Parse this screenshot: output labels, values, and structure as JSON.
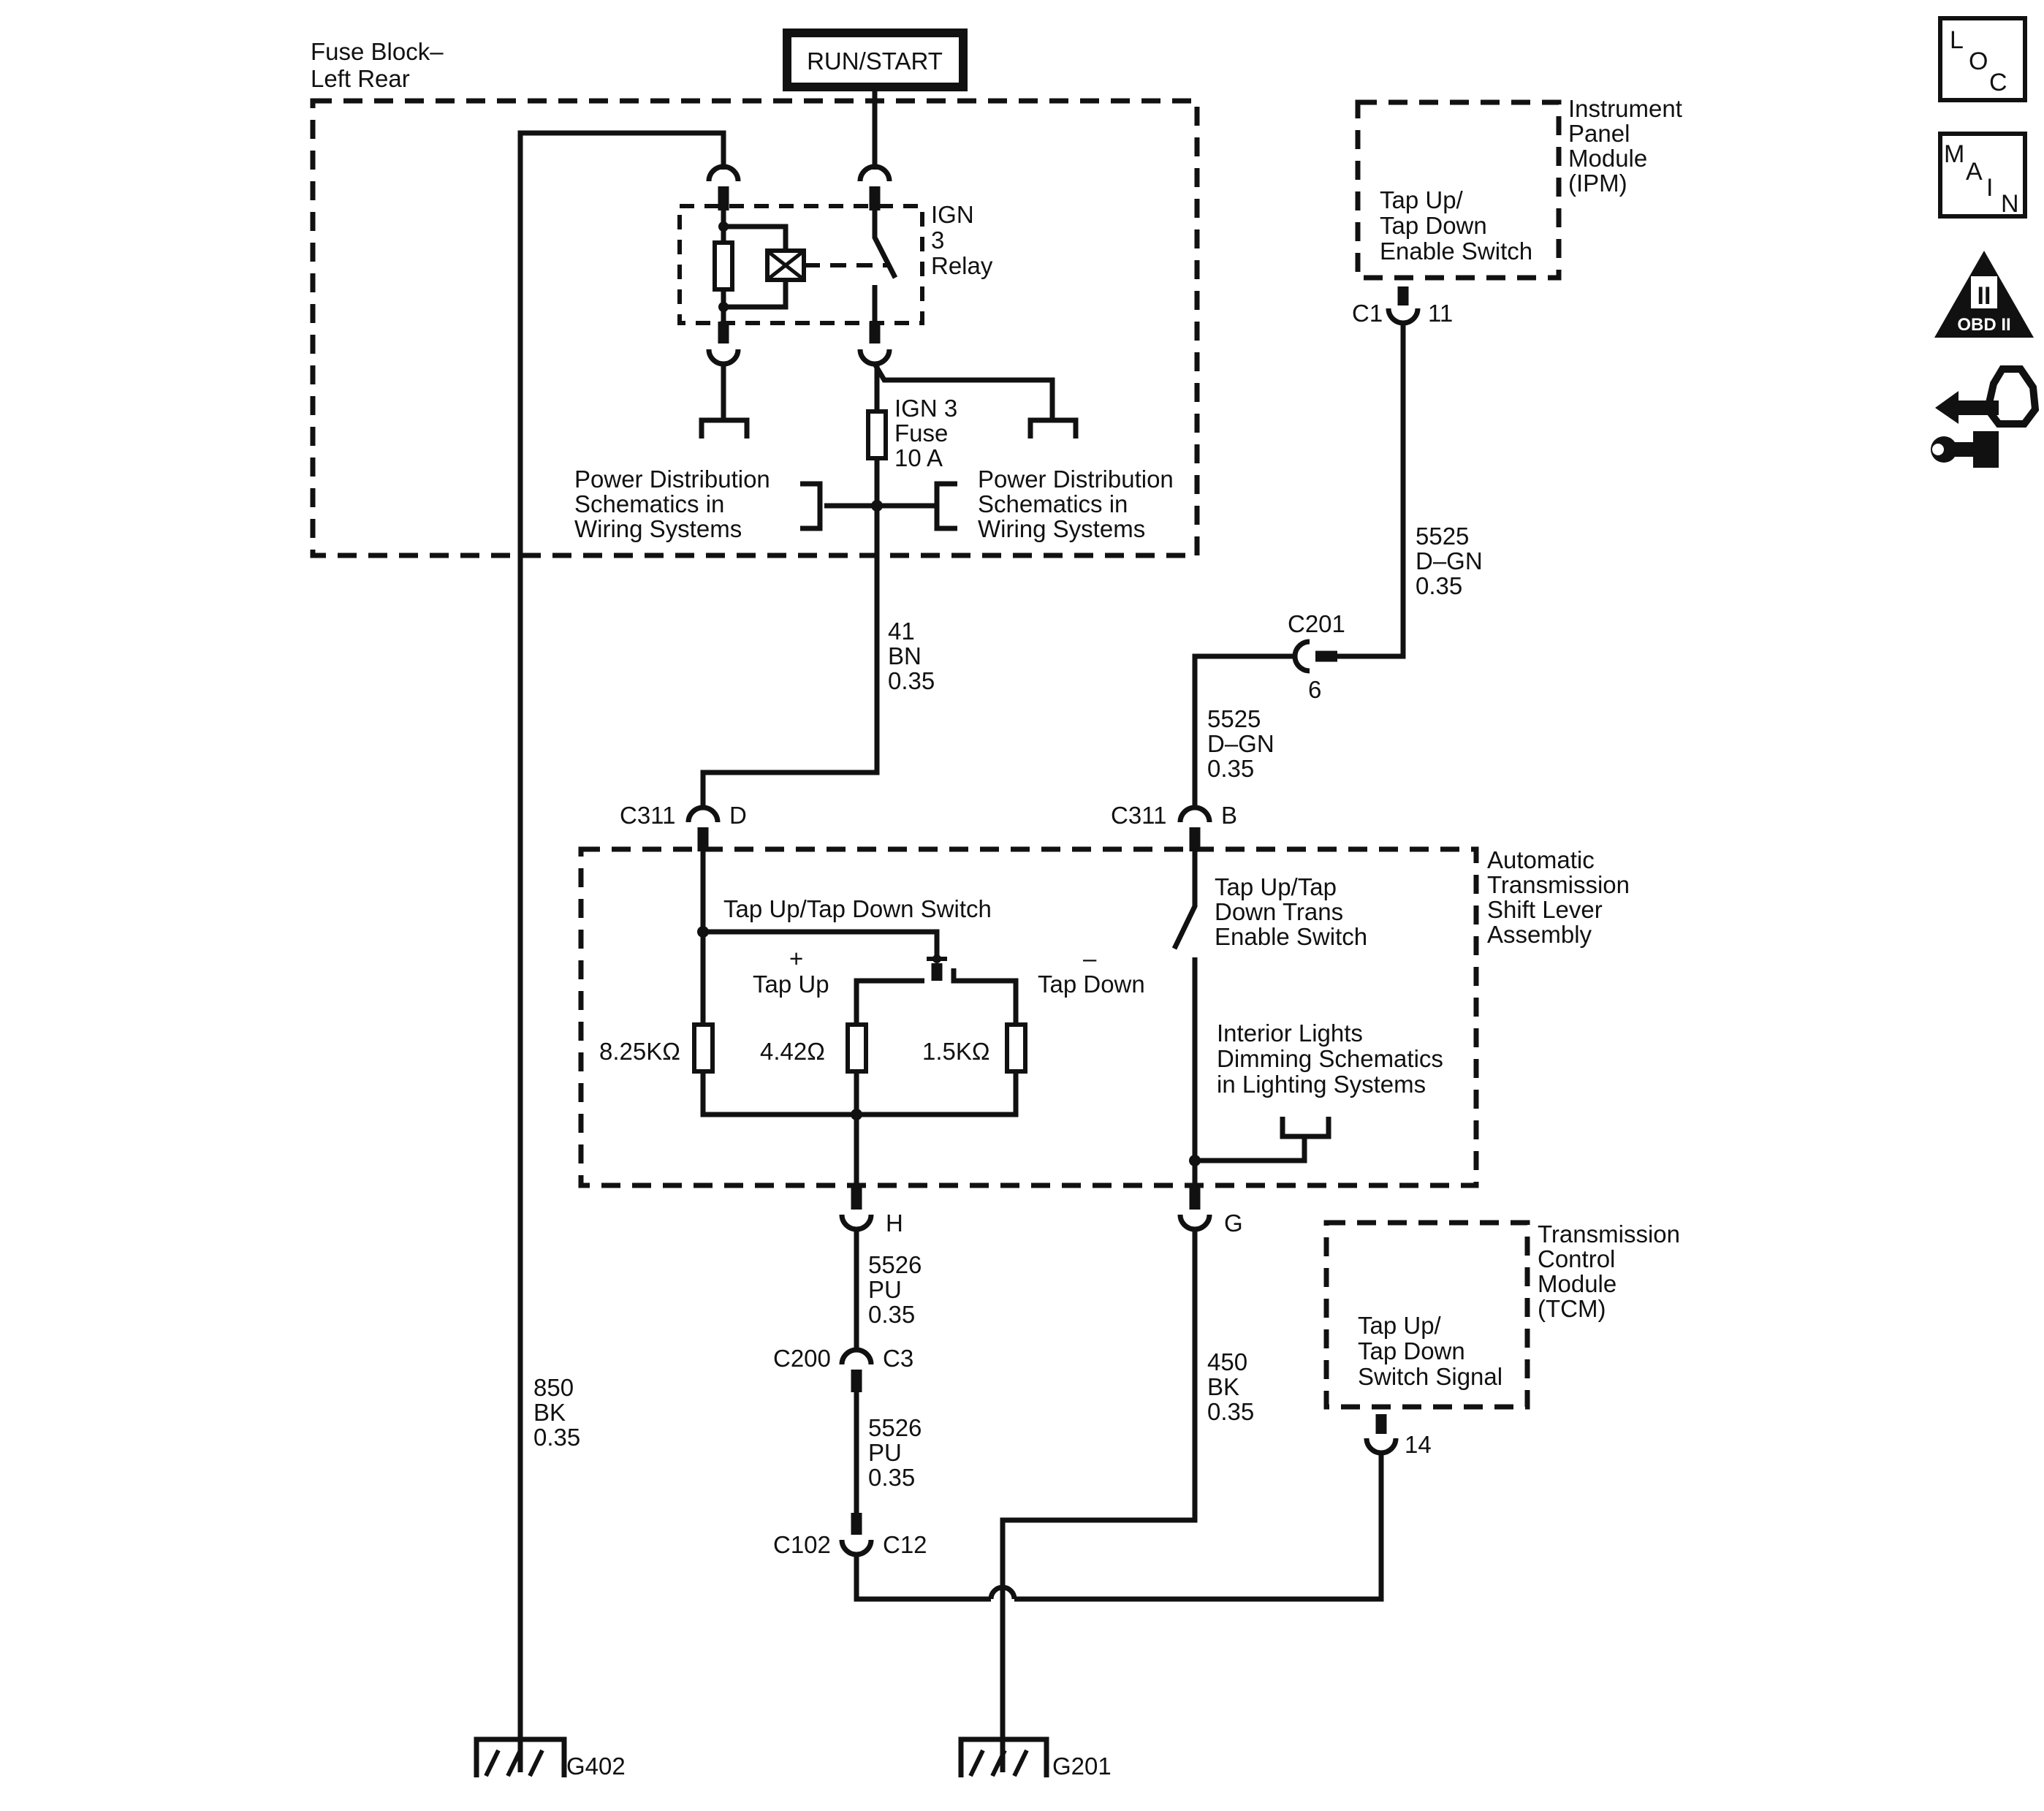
{
  "header": {
    "power_label": "RUN/START"
  },
  "fuse_block": {
    "title_lines": [
      "Fuse Block–",
      "Left Rear"
    ],
    "relay_lines": [
      "IGN",
      "3",
      "Relay"
    ],
    "fuse_lines": [
      "IGN 3",
      "Fuse",
      "10 A"
    ],
    "pd_left_lines": [
      "Power Distribution",
      "Schematics in",
      "Wiring Systems"
    ],
    "pd_right_lines": [
      "Power Distribution",
      "Schematics in",
      "Wiring Systems"
    ]
  },
  "ipm": {
    "module_lines": [
      "Instrument",
      "Panel",
      "Module",
      "(IPM)"
    ],
    "switch_lines": [
      "Tap Up/",
      "Tap Down",
      "Enable Switch"
    ],
    "connector": "C1",
    "pin": "11"
  },
  "tcm": {
    "module_lines": [
      "Transmission",
      "Control",
      "Module",
      "(TCM)"
    ],
    "signal_lines": [
      "Tap Up/",
      "Tap Down",
      "Switch Signal"
    ],
    "pin": "14"
  },
  "shift_lever": {
    "assembly_lines": [
      "Automatic",
      "Transmission",
      "Shift Lever",
      "Assembly"
    ],
    "switch_title": "Tap Up/Tap Down Switch",
    "plus": "+",
    "tap_up": "Tap Up",
    "minus": "–",
    "tap_down": "Tap Down",
    "r1": "8.25KΩ",
    "r2": "4.42Ω",
    "r3": "1.5KΩ",
    "enable_switch_lines": [
      "Tap Up/Tap",
      "Down Trans",
      "Enable Switch"
    ],
    "dimming_lines": [
      "Interior Lights",
      "Dimming Schematics",
      "in Lighting Systems"
    ]
  },
  "wires": {
    "w41": [
      "41",
      "BN",
      "0.35"
    ],
    "w5525_top": [
      "5525",
      "D–GN",
      "0.35"
    ],
    "w5525_mid": [
      "5525",
      "D–GN",
      "0.35"
    ],
    "w850": [
      "850",
      "BK",
      "0.35"
    ],
    "w5526_a": [
      "5526",
      "PU",
      "0.35"
    ],
    "w5526_b": [
      "5526",
      "PU",
      "0.35"
    ],
    "w450": [
      "450",
      "BK",
      "0.35"
    ]
  },
  "connectors": {
    "c311_d_conn": "C311",
    "c311_d_pin": "D",
    "c311_b_conn": "C311",
    "c311_b_pin": "B",
    "c201_conn": "C201",
    "c201_pin": "6",
    "pin_h": "H",
    "pin_g": "G",
    "c200_conn": "C200",
    "c200_pin": "C3",
    "c102_conn": "C102",
    "c102_pin": "C12"
  },
  "grounds": {
    "g402": "G402",
    "g201": "G201"
  },
  "side_icons": {
    "loc": [
      "L",
      "O",
      "C"
    ],
    "main": [
      "M",
      "A",
      "I",
      "N"
    ],
    "obd_numeral": "II",
    "obd_text": "OBD II"
  }
}
